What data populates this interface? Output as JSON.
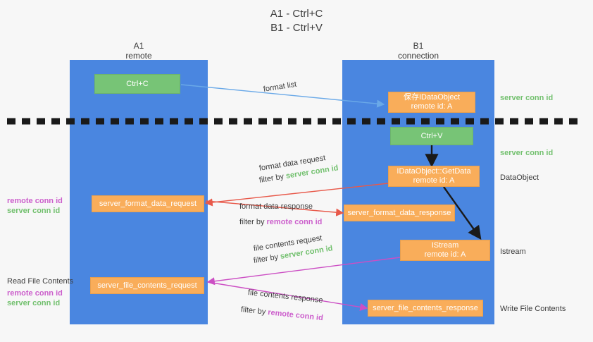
{
  "title": {
    "line1": "A1 - Ctrl+C",
    "line2": "B1 - Ctrl+V"
  },
  "lanes": [
    {
      "id": "a1",
      "name": "A1",
      "sub": "remote",
      "color": "#4a86e0"
    },
    {
      "id": "b1",
      "name": "B1",
      "sub": "connection",
      "color": "#4a86e0"
    }
  ],
  "colors": {
    "lane": "#4a86e0",
    "orange_box": "#f9ad5a",
    "green_box": "#77c476",
    "server_conn_id": "#72c06e",
    "remote_conn_id": "#cc5fcc",
    "arrow_blue": "#6aa9e8",
    "arrow_red": "#e8594a",
    "arrow_magenta": "#cc4fc4",
    "arrow_dark": "#1a1a1a",
    "background": "#f7f7f7"
  },
  "boxes": [
    {
      "id": "ctrl-c",
      "lane": "a1",
      "style": "green",
      "line1": "Ctrl+C",
      "line2": ""
    },
    {
      "id": "save-idataobject",
      "lane": "b1",
      "style": "orange",
      "line1": "保存IDataObject",
      "line2": "remote id: A"
    },
    {
      "id": "ctrl-v",
      "lane": "b1",
      "style": "green",
      "line1": "Ctrl+V",
      "line2": ""
    },
    {
      "id": "idataobject-getdata",
      "lane": "b1",
      "style": "orange",
      "line1": "IDataObject::GetData",
      "line2": "remote id: A"
    },
    {
      "id": "server-format-data-request",
      "lane": "a1",
      "style": "orange",
      "line1": "server_format_data_request",
      "line2": ""
    },
    {
      "id": "server-format-data-response",
      "lane": "b1",
      "style": "orange",
      "line1": "server_format_data_response",
      "line2": ""
    },
    {
      "id": "istream",
      "lane": "b1",
      "style": "orange",
      "line1": "IStream",
      "line2": "remote id: A"
    },
    {
      "id": "server-file-contents-request",
      "lane": "a1",
      "style": "orange",
      "line1": "server_file_contents_request",
      "line2": ""
    },
    {
      "id": "server-file-contents-response",
      "lane": "b1",
      "style": "orange",
      "line1": "server_file_contents_response",
      "line2": ""
    }
  ],
  "arrow_labels": {
    "format_list": "format list",
    "format_data_request": "format data request",
    "format_data_request_filter_prefix": "filter by ",
    "format_data_request_filter_value": "server conn id",
    "format_data_response": "format data response",
    "format_data_response_filter_prefix": "filter by ",
    "format_data_response_filter_value": "remote conn id",
    "file_contents_request": "file contents request",
    "file_contents_request_filter_prefix": "filter by ",
    "file_contents_request_filter_value": "server conn id",
    "file_contents_response": "file contents response",
    "file_contents_response_filter_prefix": "filter by ",
    "file_contents_response_filter_value": "remote conn id"
  },
  "left_labels": {
    "format_remote_conn_id": "remote conn id",
    "format_server_conn_id": "server conn id",
    "read_file_contents": "Read File Contents",
    "file_remote_conn_id": "remote conn id",
    "file_server_conn_id": "server conn id"
  },
  "right_labels": {
    "server_conn_id_top": "server conn id",
    "server_conn_id_second": "server conn id",
    "dataobject": "DataObject",
    "istream": "Istream",
    "write_file_contents": "Write File Contents"
  }
}
